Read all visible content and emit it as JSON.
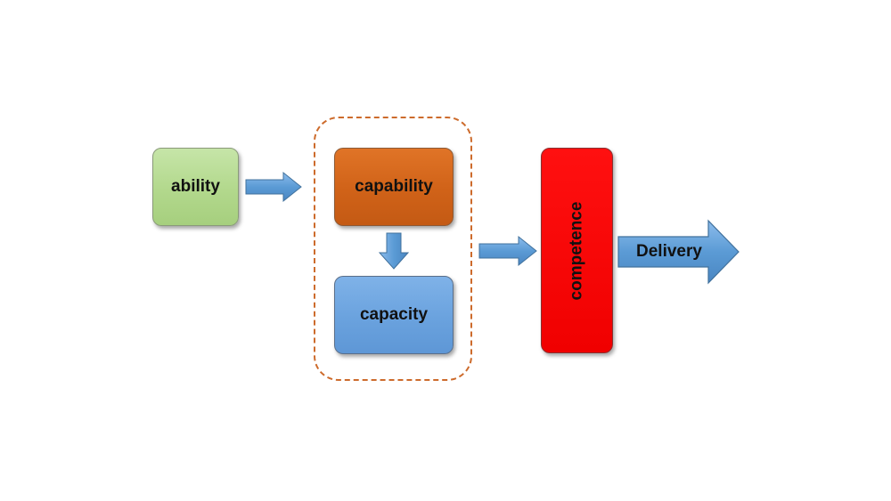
{
  "diagram": {
    "nodes": {
      "ability": "ability",
      "capability": "capability",
      "capacity": "capacity",
      "competence": "competence",
      "delivery": "Delivery"
    },
    "colors": {
      "ability_fill": "#b2d88c",
      "capability_fill": "#d06218",
      "capacity_fill": "#6aa2de",
      "competence_fill": "#f00000",
      "arrow_fill": "#5b9bd5",
      "group_border": "#cd6b2c"
    },
    "edges": [
      {
        "from": "ability",
        "to": "capability-capacity-group"
      },
      {
        "from": "capability",
        "to": "capacity"
      },
      {
        "from": "capability-capacity-group",
        "to": "competence"
      },
      {
        "from": "competence",
        "to": "Delivery"
      }
    ]
  }
}
